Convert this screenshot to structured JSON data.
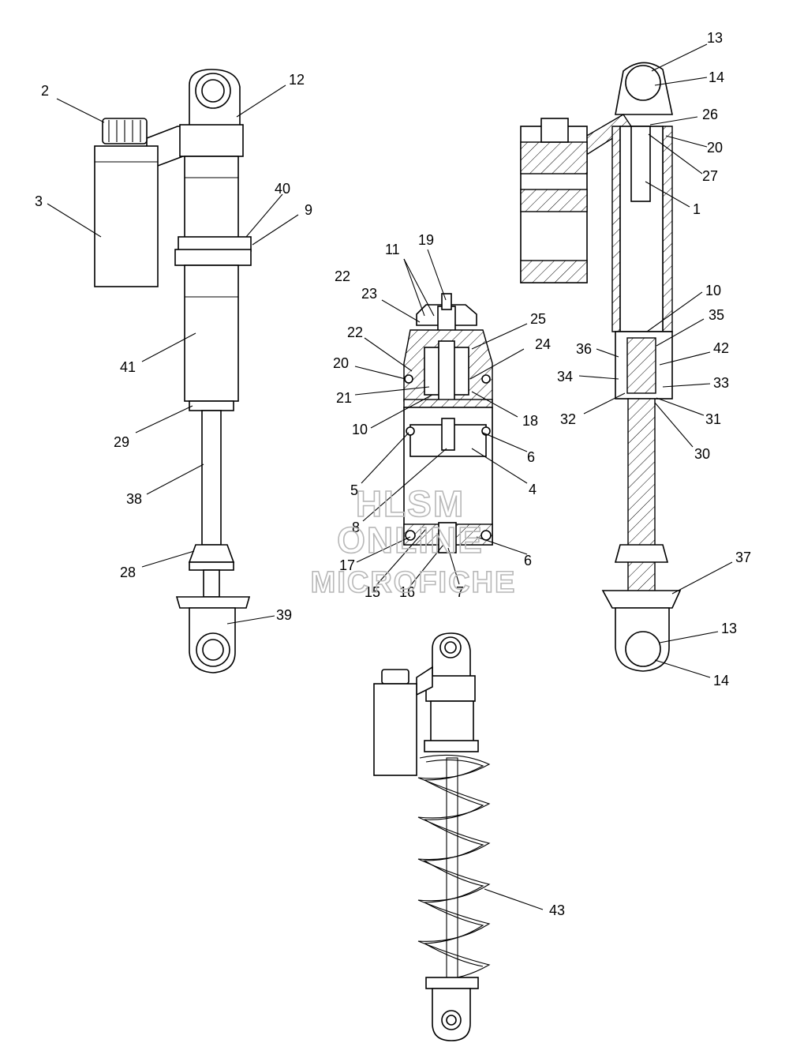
{
  "watermark": {
    "line1": "HLSM",
    "line2": "ONLINE",
    "line3": "MICROFICHE"
  },
  "callouts": [
    {
      "id": "c2",
      "text": "2"
    },
    {
      "id": "c3",
      "text": "3"
    },
    {
      "id": "c12",
      "text": "12"
    },
    {
      "id": "c40",
      "text": "40"
    },
    {
      "id": "c9",
      "text": "9"
    },
    {
      "id": "c41",
      "text": "41"
    },
    {
      "id": "c29",
      "text": "29"
    },
    {
      "id": "c38",
      "text": "38"
    },
    {
      "id": "c28",
      "text": "28"
    },
    {
      "id": "c39",
      "text": "39"
    },
    {
      "id": "c11",
      "text": "11"
    },
    {
      "id": "c19",
      "text": "19"
    },
    {
      "id": "c22a",
      "text": "22"
    },
    {
      "id": "c23",
      "text": "23"
    },
    {
      "id": "c25",
      "text": "25"
    },
    {
      "id": "c22b",
      "text": "22"
    },
    {
      "id": "c24",
      "text": "24"
    },
    {
      "id": "c20a",
      "text": "20"
    },
    {
      "id": "c21",
      "text": "21"
    },
    {
      "id": "c18",
      "text": "18"
    },
    {
      "id": "c10a",
      "text": "10"
    },
    {
      "id": "c6a",
      "text": "6"
    },
    {
      "id": "c5",
      "text": "5"
    },
    {
      "id": "c4",
      "text": "4"
    },
    {
      "id": "c8",
      "text": "8"
    },
    {
      "id": "c17",
      "text": "17"
    },
    {
      "id": "c6b",
      "text": "6"
    },
    {
      "id": "c15",
      "text": "15"
    },
    {
      "id": "c16",
      "text": "16"
    },
    {
      "id": "c7",
      "text": "7"
    },
    {
      "id": "c13a",
      "text": "13"
    },
    {
      "id": "c14a",
      "text": "14"
    },
    {
      "id": "c26",
      "text": "26"
    },
    {
      "id": "c20b",
      "text": "20"
    },
    {
      "id": "c27",
      "text": "27"
    },
    {
      "id": "c1",
      "text": "1"
    },
    {
      "id": "c10b",
      "text": "10"
    },
    {
      "id": "c35",
      "text": "35"
    },
    {
      "id": "c36",
      "text": "36"
    },
    {
      "id": "c42",
      "text": "42"
    },
    {
      "id": "c34",
      "text": "34"
    },
    {
      "id": "c33",
      "text": "33"
    },
    {
      "id": "c32",
      "text": "32"
    },
    {
      "id": "c31",
      "text": "31"
    },
    {
      "id": "c30",
      "text": "30"
    },
    {
      "id": "c37",
      "text": "37"
    },
    {
      "id": "c13b",
      "text": "13"
    },
    {
      "id": "c14b",
      "text": "14"
    },
    {
      "id": "c43",
      "text": "43"
    }
  ]
}
